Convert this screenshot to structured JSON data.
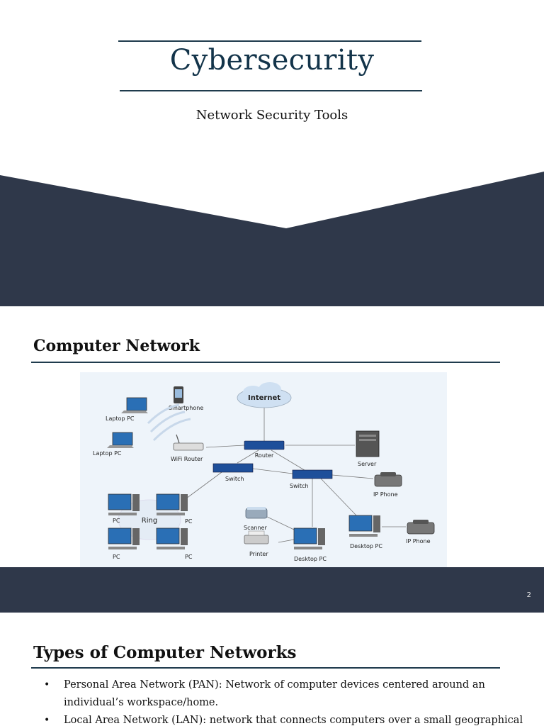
{
  "slide1": {
    "title": "Cybersecurity",
    "subtitle": "Network Security Tools"
  },
  "slide2": {
    "section_title": "Computer Network",
    "page_number": "2",
    "diagram": {
      "cloud": "Internet",
      "laptop_top": "Laptop PC",
      "laptop_bottom": "Laptop PC",
      "smartphone": "Smartphone",
      "wifi_router": "WiFi Router",
      "router": "Router",
      "server": "Server",
      "switch_left": "Switch",
      "switch_right": "Switch",
      "ip_phone_top": "IP Phone",
      "ip_phone_bottom": "IP Phone",
      "ring": "Ring",
      "pc_tl": "PC",
      "pc_tr": "PC",
      "pc_bl": "PC",
      "pc_br": "PC",
      "scanner": "Scanner",
      "printer": "Printer",
      "desktop_center": "Desktop PC",
      "desktop_right": "Desktop PC"
    }
  },
  "slide3": {
    "section_title": "Types of Computer Networks",
    "bullets": [
      "Personal Area Network (PAN): Network of  computer devices centered around an individual’s workspace/home.",
      "Local Area Network (LAN):  network that connects computers over a small geographical"
    ]
  },
  "colors": {
    "band": "#2f384a",
    "title": "#13344a",
    "rule": "#1f3b4d"
  }
}
